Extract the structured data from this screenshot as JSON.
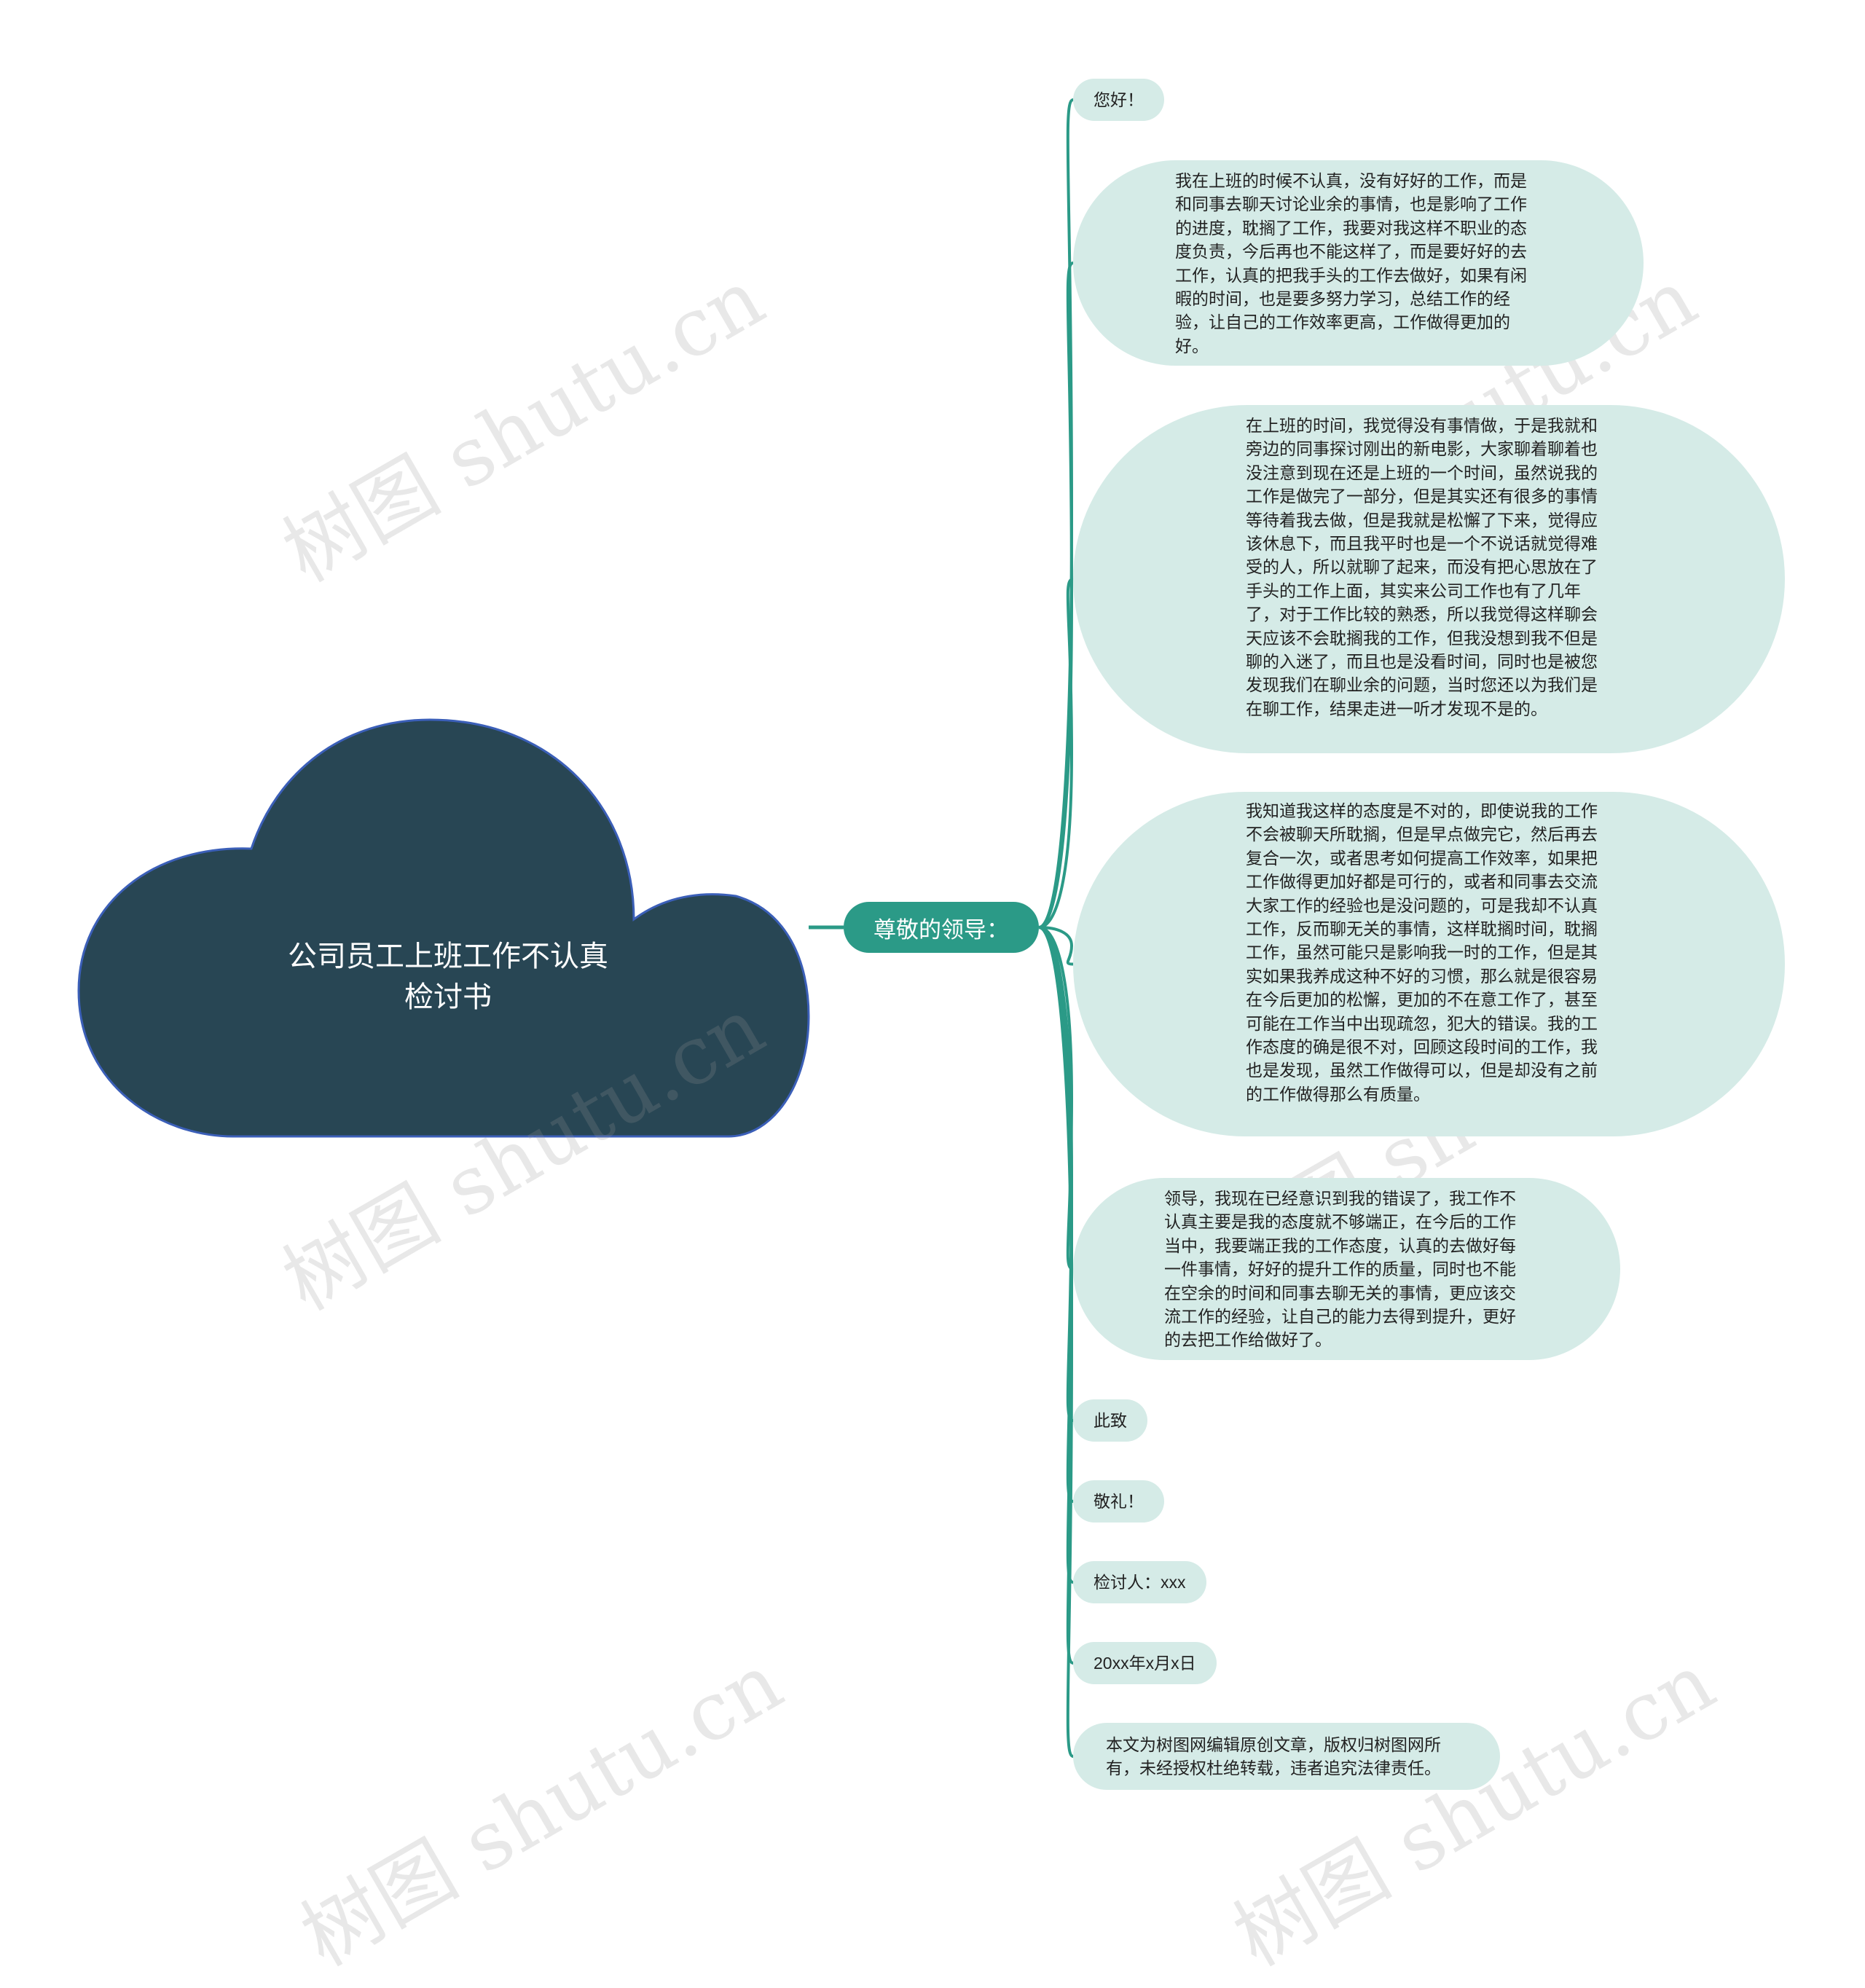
{
  "root": {
    "title_line1": "公司员工上班工作不认真",
    "title_line2": "检讨书"
  },
  "branch": {
    "label": "尊敬的领导："
  },
  "leaves": [
    {
      "text": "您好！"
    },
    {
      "text": "我在上班的时候不认真，没有好好的工作，而是和同事去聊天讨论业余的事情，也是影响了工作的进度，耽搁了工作，我要对我这样不职业的态度负责，今后再也不能这样了，而是要好好的去工作，认真的把我手头的工作去做好，如果有闲暇的时间，也是要多努力学习，总结工作的经验，让自己的工作效率更高，工作做得更加的好。"
    },
    {
      "text": "在上班的时间，我觉得没有事情做，于是我就和旁边的同事探讨刚出的新电影，大家聊着聊着也没注意到现在还是上班的一个时间，虽然说我的工作是做完了一部分，但是其实还有很多的事情等待着我去做，但是我就是松懈了下来，觉得应该休息下，而且我平时也是一个不说话就觉得难受的人，所以就聊了起来，而没有把心思放在了手头的工作上面，其实来公司工作也有了几年了，对于工作比较的熟悉，所以我觉得这样聊会天应该不会耽搁我的工作，但我没想到我不但是聊的入迷了，而且也是没看时间，同时也是被您发现我们在聊业余的问题，当时您还以为我们是在聊工作，结果走进一听才发现不是的。"
    },
    {
      "text": "我知道我这样的态度是不对的，即使说我的工作不会被聊天所耽搁，但是早点做完它，然后再去复合一次，或者思考如何提高工作效率，如果把工作做得更加好都是可行的，或者和同事去交流大家工作的经验也是没问题的，可是我却不认真工作，反而聊无关的事情，这样耽搁时间，耽搁工作，虽然可能只是影响我一时的工作，但是其实如果我养成这种不好的习惯，那么就是很容易在今后更加的松懈，更加的不在意工作了，甚至可能在工作当中出现疏忽，犯大的错误。我的工作态度的确是很不对，回顾这段时间的工作，我也是发现，虽然工作做得可以，但是却没有之前的工作做得那么有质量。"
    },
    {
      "text": "领导，我现在已经意识到我的错误了，我工作不认真主要是我的态度就不够端正，在今后的工作当中，我要端正我的工作态度，认真的去做好每一件事情，好好的提升工作的质量，同时也不能在空余的时间和同事去聊无关的事情，更应该交流工作的经验，让自己的能力去得到提升，更好的去把工作给做好了。"
    },
    {
      "text": "此致"
    },
    {
      "text": "敬礼！"
    },
    {
      "text": "检讨人：xxx"
    },
    {
      "text": "20xx年x月x日"
    },
    {
      "text": "本文为树图网编辑原创文章，版权归树图网所有，未经授权杜绝转载，违者追究法律责任。"
    }
  ],
  "watermark": {
    "text": "树图 shutu.cn"
  },
  "colors": {
    "root_fill": "#284654",
    "root_stroke": "#3b5fb8",
    "branch_fill": "#2b9a87",
    "connector": "#2b9a87",
    "leaf_fill": "#d5ebe7",
    "leaf_text": "#222222",
    "watermark": "#c8c8c8"
  }
}
